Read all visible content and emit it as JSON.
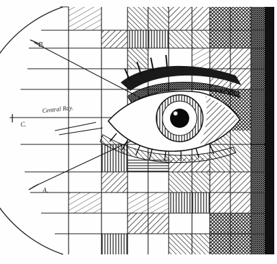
{
  "figure": {
    "labels": {
      "point_b": "B.",
      "point_c": "C.",
      "point_a": "A.",
      "central_ray": "Central Ray."
    }
  }
}
